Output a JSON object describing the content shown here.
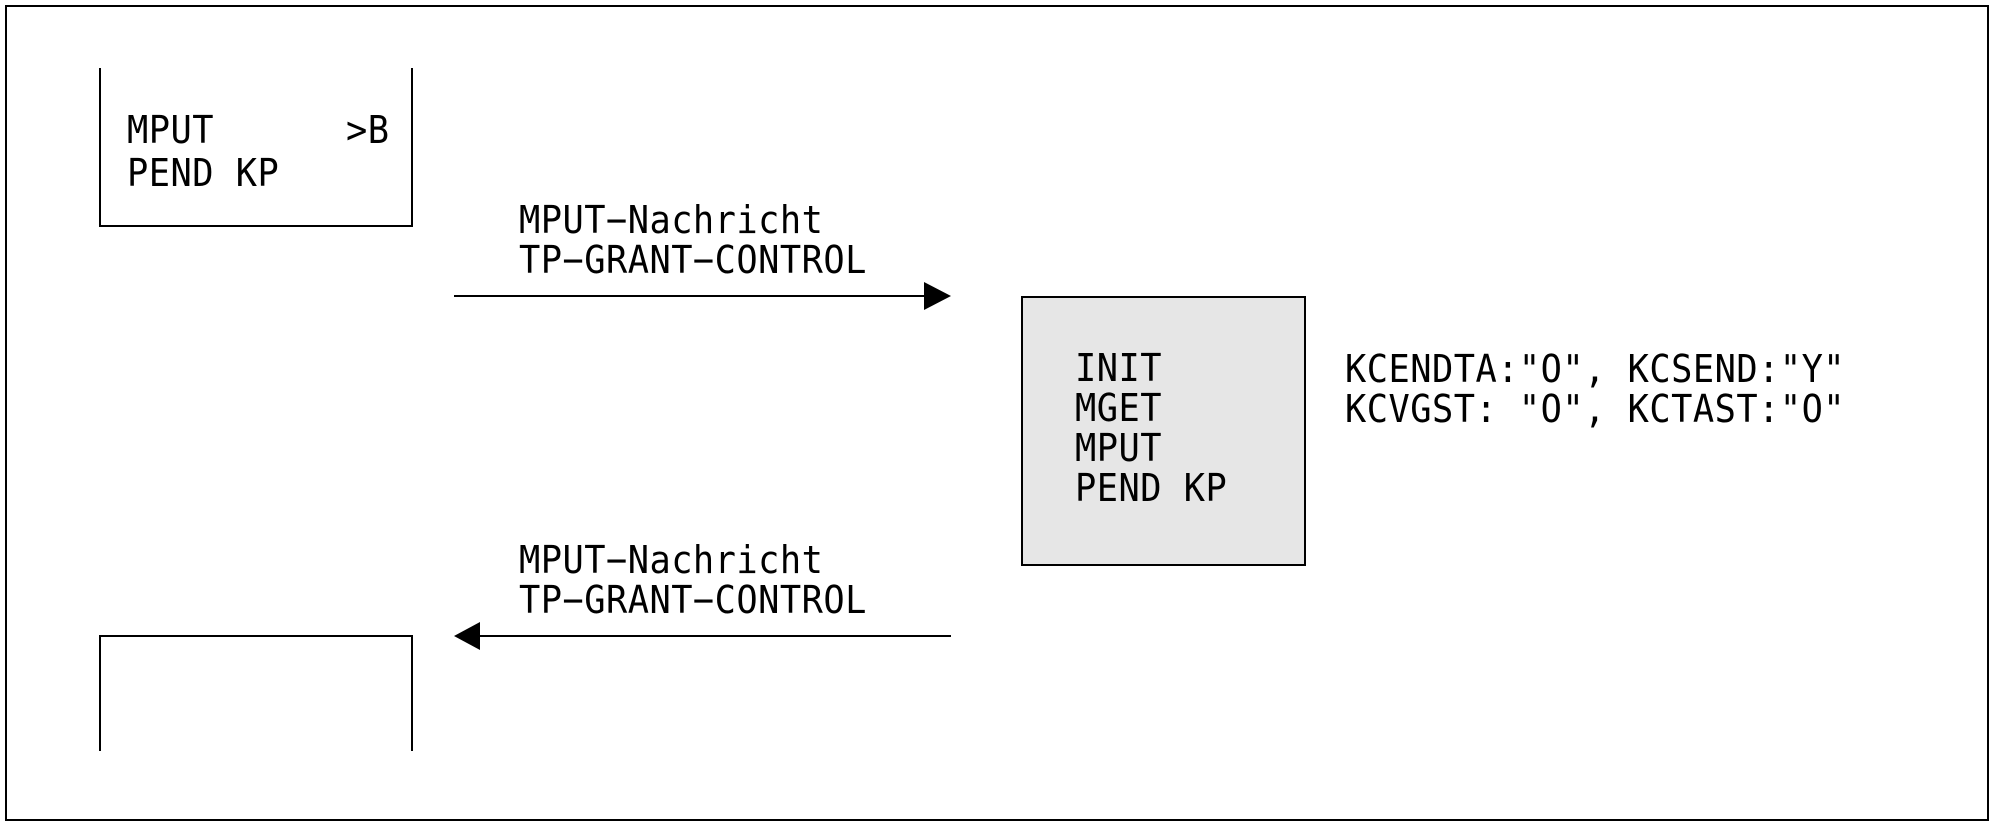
{
  "client_top": {
    "line1_left": "MPUT",
    "line1_right": ">B",
    "line2": "PEND KP"
  },
  "message_out": {
    "line1": "MPUT−Nachricht",
    "line2": "TP−GRANT−CONTROL"
  },
  "process_box": {
    "lines": [
      "INIT",
      "MGET",
      "MPUT",
      "PEND KP"
    ]
  },
  "status": {
    "line1": "KCENDTA:\"O\", KCSEND:\"Y\"",
    "line2": "KCVGST: \"O\", KCTAST:\"O\""
  },
  "message_back": {
    "line1": "MPUT−Nachricht",
    "line2": "TP−GRANT−CONTROL"
  },
  "colors": {
    "line": "#000000",
    "box_fill": "#e6e6e6",
    "background": "#ffffff"
  }
}
